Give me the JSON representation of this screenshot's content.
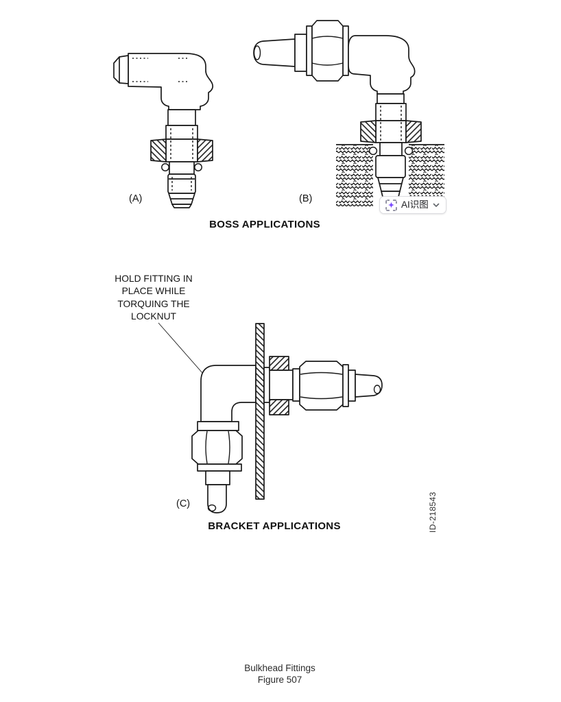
{
  "page": {
    "background": "#ffffff",
    "ink_color": "#1a1a1a"
  },
  "boss_section": {
    "label_a": "(A)",
    "label_b": "(B)",
    "caption": "BOSS APPLICATIONS"
  },
  "bracket_section": {
    "annotation_line1": "HOLD FITTING IN",
    "annotation_line2": "PLACE WHILE",
    "annotation_line3": "TORQUING THE",
    "annotation_line4": "LOCKNUT",
    "label_c": "(C)",
    "caption": "BRACKET APPLICATIONS"
  },
  "sidebar_id": "ID-218543",
  "figure_caption": {
    "title": "Bulkhead Fittings",
    "number": "Figure 507"
  },
  "ai_lens_button": {
    "label": "AI识图",
    "icon": "ai-scan-sparkle-icon",
    "chevron_icon": "chevron-down-icon",
    "accent_color": "#7C4DFF",
    "border_color": "#dcdce0",
    "background": "#ffffff",
    "text_color": "#202124"
  }
}
